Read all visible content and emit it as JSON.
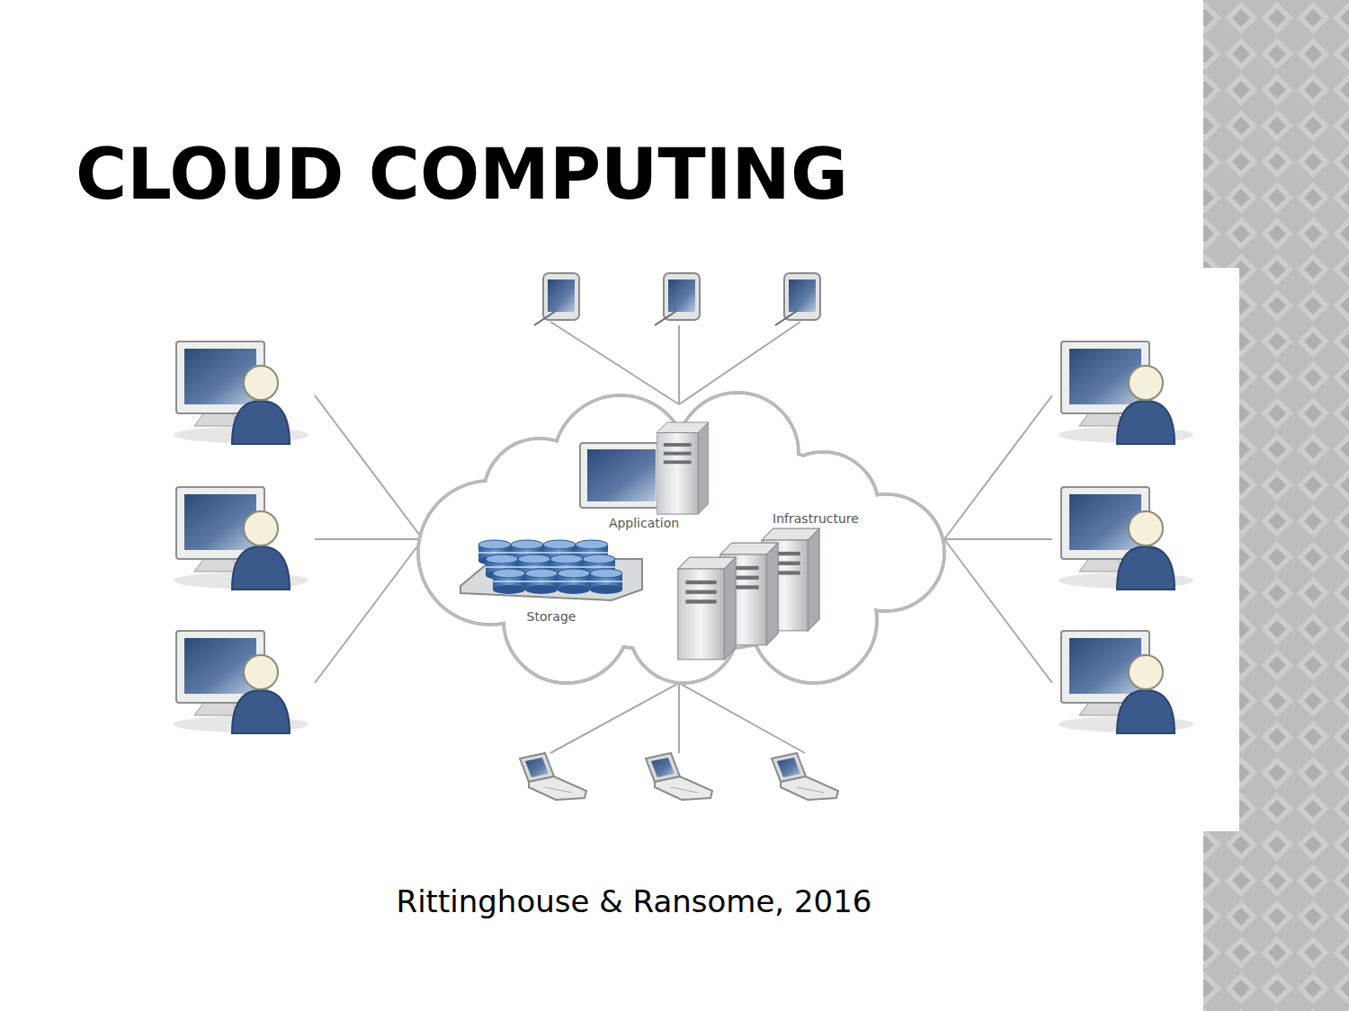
{
  "diagram": {
    "title": "CLOUD COMPUTING",
    "caption": "Rittinghouse & Ransome, 2016",
    "labels": [
      "Application",
      "Infrastructure",
      "Storage"
    ]
  }
}
